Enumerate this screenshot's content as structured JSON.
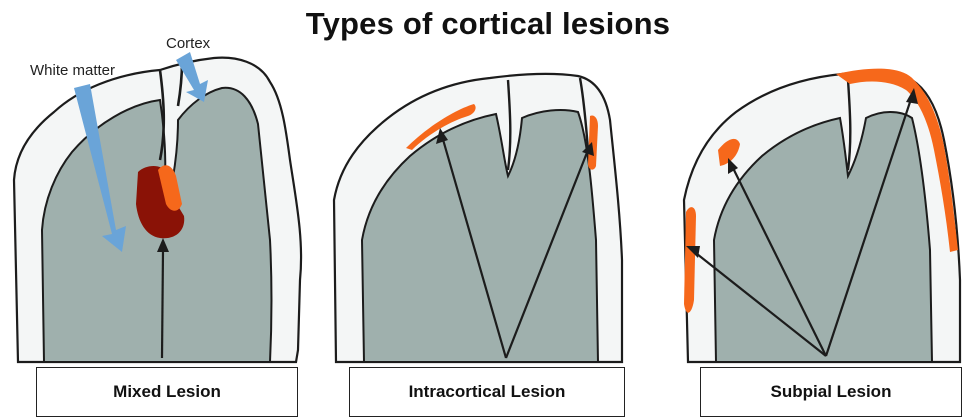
{
  "title": "Types of cortical lesions",
  "annotations": {
    "white_matter": "White matter",
    "cortex": "Cortex"
  },
  "panels": [
    {
      "label": "Mixed Lesion"
    },
    {
      "label": "Intracortical Lesion"
    },
    {
      "label": "Subpial Lesion"
    }
  ],
  "colors": {
    "white_matter": "#9fb0ad",
    "cortex": "#f4f6f6",
    "outline": "#1c1c1c",
    "mixed_lesion": "#8a1206",
    "lesion_orange": "#f6681b",
    "pointer_arrow": "#6aa4d8"
  }
}
